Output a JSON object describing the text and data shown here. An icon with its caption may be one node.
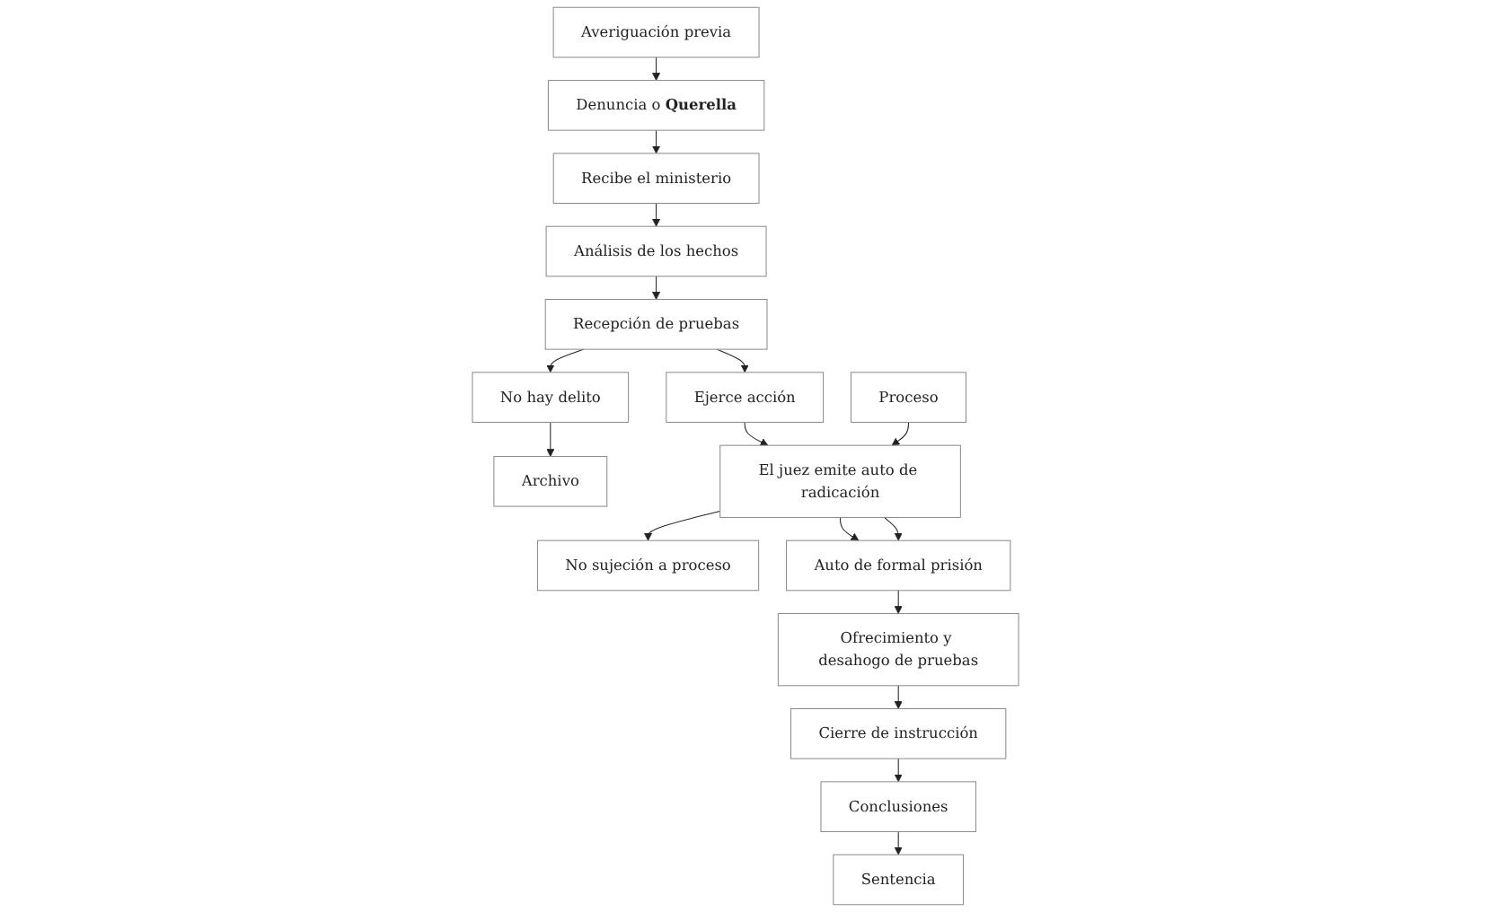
{
  "diagram": {
    "nodes": [
      {
        "text": [
          "Averiguación previa"
        ]
      },
      {
        "text": [
          "Denuncia o **Querella**"
        ]
      },
      {
        "text": [
          "Recibe el ministerio"
        ]
      },
      {
        "text": [
          "Análisis de los hechos"
        ]
      },
      {
        "text": [
          "Recepción de pruebas"
        ]
      },
      {
        "text": [
          "Archivo"
        ]
      },
      {
        "text": [
          "No hay delito"
        ]
      },
      {
        "text": [
          "Ejerce acción"
        ]
      },
      {
        "text": [
          "Proceso"
        ]
      },
      {
        "text": [
          "El juez emite auto de radicación"
        ]
      },
      {
        "text": [
          "No sujeción a proceso"
        ]
      },
      {
        "text": [
          "Auto de formal prisión"
        ]
      },
      {
        "text": [
          "Ofrecimiento y desahogo de pruebas"
        ]
      },
      {
        "text": [
          "Cierre de instrucción"
        ]
      },
      {
        "text": [
          "Conclusiones"
        ]
      },
      {
        "text": [
          "Sentencia"
        ]
      }
    ],
    "edges": [
      {
        "from": 0,
        "to": 1,
        "arrow": "to"
      },
      {
        "from": 1,
        "to": 2,
        "arrow": "to"
      },
      {
        "from": 2,
        "to": 3,
        "arrow": "to"
      },
      {
        "from": 3,
        "to": 4,
        "arrow": "to"
      },
      {
        "from": 4,
        "to": 6,
        "arrow": "to"
      },
      {
        "from": 4,
        "to": 7,
        "arrow": "to"
      },
      {
        "from": 6,
        "to": 5,
        "arrow": "to"
      },
      {
        "from": 7,
        "to": 9,
        "arrow": "to"
      },
      {
        "from": 8,
        "to": 9,
        "arrow": "to"
      },
      {
        "from": 9,
        "to": 10,
        "arrow": "to"
      },
      {
        "from": 9,
        "to": 11,
        "arrow": "to"
      },
      {
        "from": 9,
        "to": 11,
        "arrow": "to"
      },
      {
        "from": 11,
        "to": 12,
        "arrow": "to"
      },
      {
        "from": 12,
        "to": 13,
        "arrow": "to"
      },
      {
        "from": 13,
        "to": 14,
        "arrow": "to"
      },
      {
        "from": 14,
        "to": 15,
        "arrow": "to"
      }
    ]
  }
}
